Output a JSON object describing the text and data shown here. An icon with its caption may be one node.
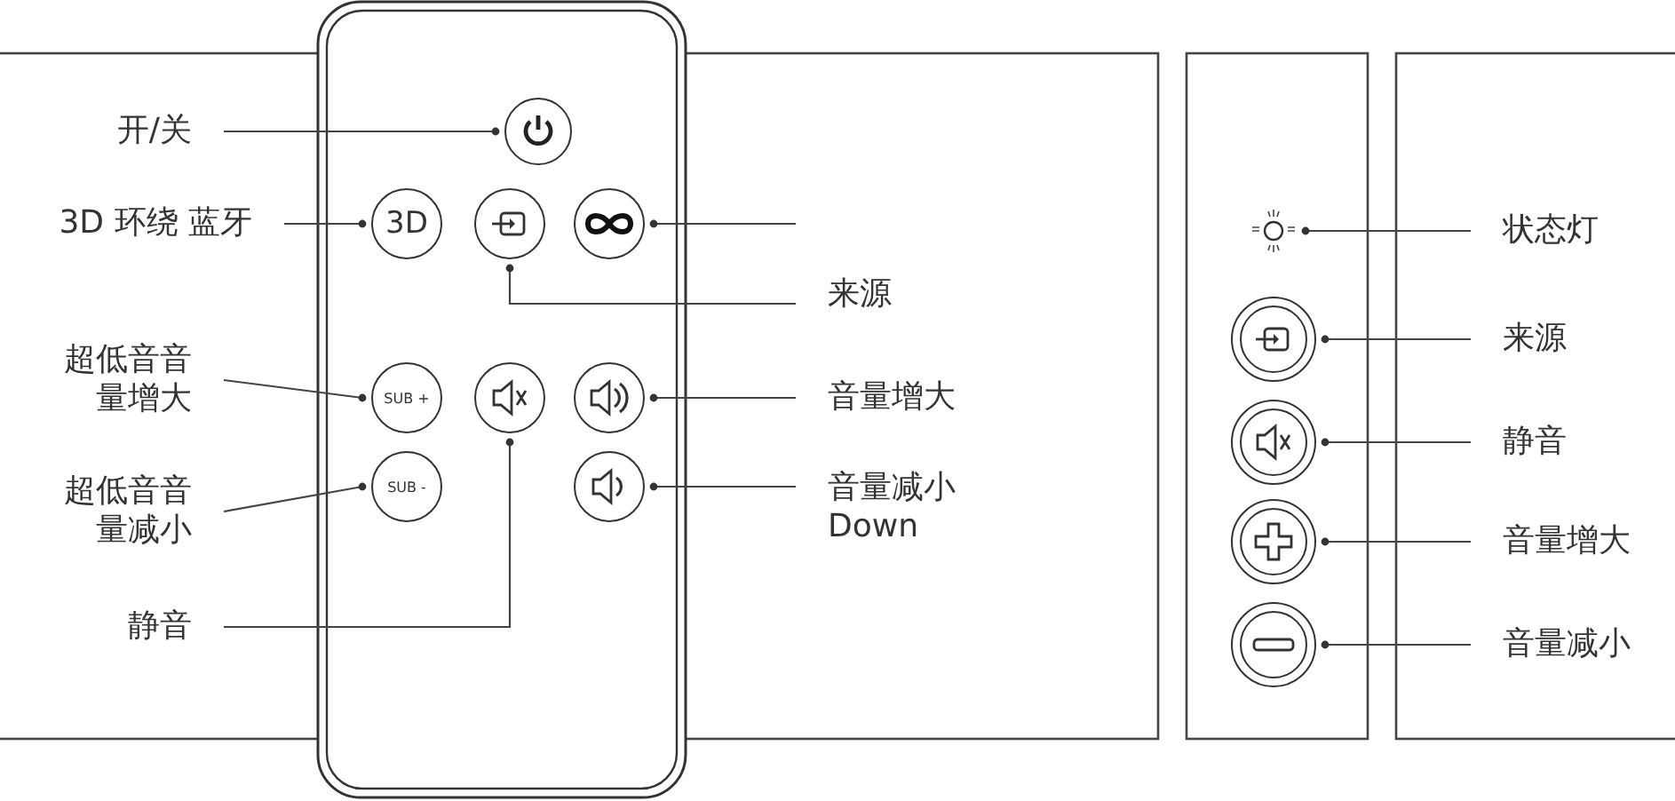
{
  "diagram": {
    "nodes": [
      {
        "text": [
          "开/关"
        ]
      },
      {
        "text": [],
        "shape": "circle"
      },
      {
        "text": [
          "3D 环绕 蓝牙"
        ]
      },
      {
        "text": [
          "3D"
        ]
      },
      {
        "text": [],
        "shape": "circle"
      },
      {
        "text": [],
        "shape": "circle"
      },
      {
        "text": [
          "来源"
        ]
      },
      {
        "text": [
          "超低音音量增大"
        ]
      },
      {
        "text": [
          "SUB +"
        ]
      },
      {
        "text": [],
        "shape": "circle"
      },
      {
        "text": [],
        "shape": "circle"
      },
      {
        "text": [
          "音量增大"
        ]
      },
      {
        "text": [
          "超低音音量减小"
        ]
      },
      {
        "text": [
          "SUB -"
        ]
      },
      {
        "text": [],
        "shape": "circle"
      },
      {
        "text": [
          "音量减小 Down"
        ]
      },
      {
        "text": [
          "静音"
        ]
      },
      {
        "text": [],
        "shape": "lamp"
      },
      {
        "text": [
          "状态灯"
        ]
      },
      {
        "text": [],
        "shape": "circle"
      },
      {
        "text": [
          "来源"
        ]
      },
      {
        "text": [],
        "shape": "circle"
      },
      {
        "text": [
          "静音"
        ]
      },
      {
        "text": [],
        "shape": "circle"
      },
      {
        "text": [
          "音量增大"
        ]
      },
      {
        "text": [],
        "shape": "circle"
      },
      {
        "text": [
          "音量减小"
        ]
      }
    ],
    "edges": [
      {
        "from": 0,
        "to": 1,
        "arrow": "other"
      },
      {
        "from": 2,
        "to": 3,
        "arrow": "other"
      },
      {
        "from": null,
        "to": 5,
        "arrow": "other"
      },
      {
        "from": 6,
        "to": 4,
        "arrow": "other"
      },
      {
        "from": 7,
        "to": 8,
        "arrow": "other"
      },
      {
        "from": 11,
        "to": 10,
        "arrow": "other"
      },
      {
        "from": 12,
        "to": 13,
        "arrow": "other"
      },
      {
        "from": 15,
        "to": 14,
        "arrow": "other"
      },
      {
        "from": 16,
        "to": 9,
        "arrow": "other"
      },
      {
        "from": 18,
        "to": 17,
        "arrow": "other"
      },
      {
        "from": 20,
        "to": 19,
        "arrow": "other"
      },
      {
        "from": 22,
        "to": 21,
        "arrow": "other"
      },
      {
        "from": 24,
        "to": 23,
        "arrow": "other"
      },
      {
        "from": 26,
        "to": 25,
        "arrow": "other"
      }
    ]
  }
}
